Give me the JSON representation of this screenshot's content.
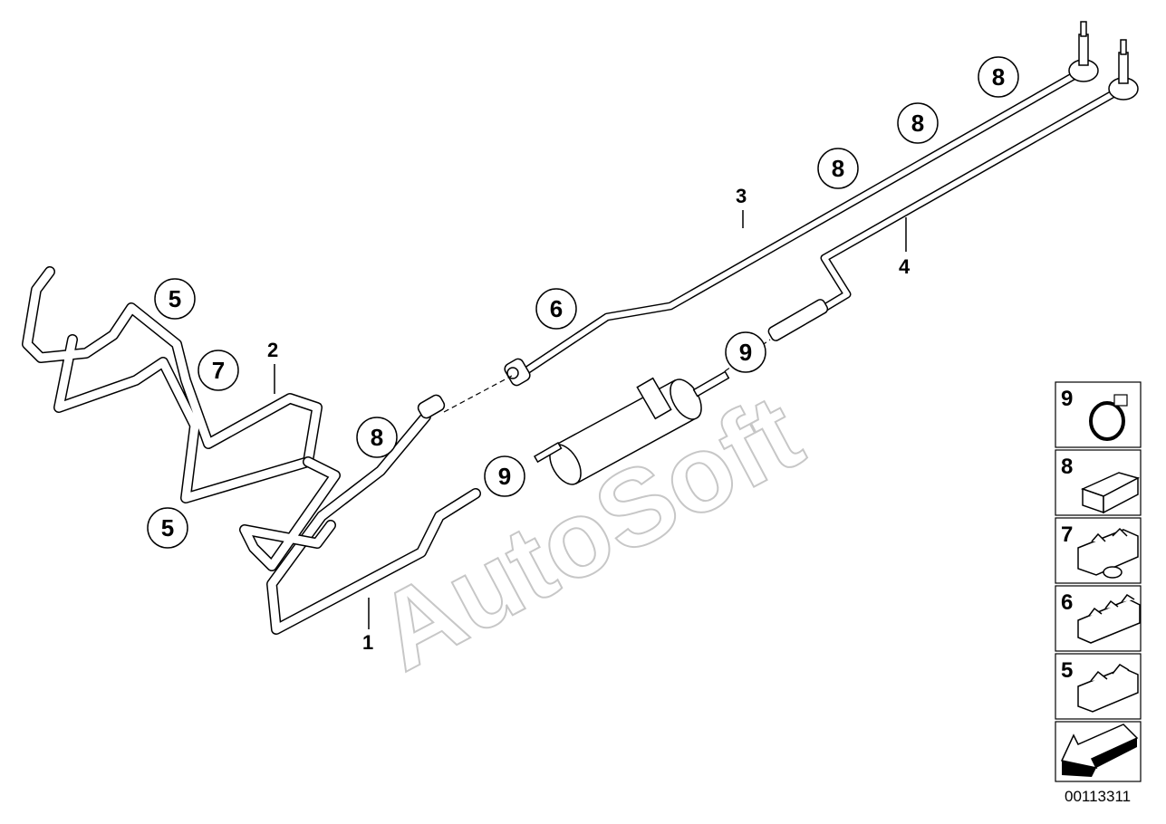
{
  "diagram": {
    "watermark": "AutoSoft",
    "diagram_id": "00113311",
    "part_labels": {
      "p1": "1",
      "p2": "2",
      "p3": "3",
      "p4": "4"
    },
    "callouts": {
      "c5a": "5",
      "c5b": "5",
      "c6": "6",
      "c7": "7",
      "c8a": "8",
      "c8b": "8",
      "c8c": "8",
      "c8d": "8",
      "c9a": "9",
      "c9b": "9"
    },
    "legend": [
      {
        "number": "9",
        "icon": "hose-clamp-icon"
      },
      {
        "number": "8",
        "icon": "single-clip-icon"
      },
      {
        "number": "7",
        "icon": "double-clip-with-mount-icon"
      },
      {
        "number": "6",
        "icon": "triple-clip-icon"
      },
      {
        "number": "5",
        "icon": "double-clip-icon"
      }
    ],
    "nav_icon": "arrow-back-icon"
  }
}
